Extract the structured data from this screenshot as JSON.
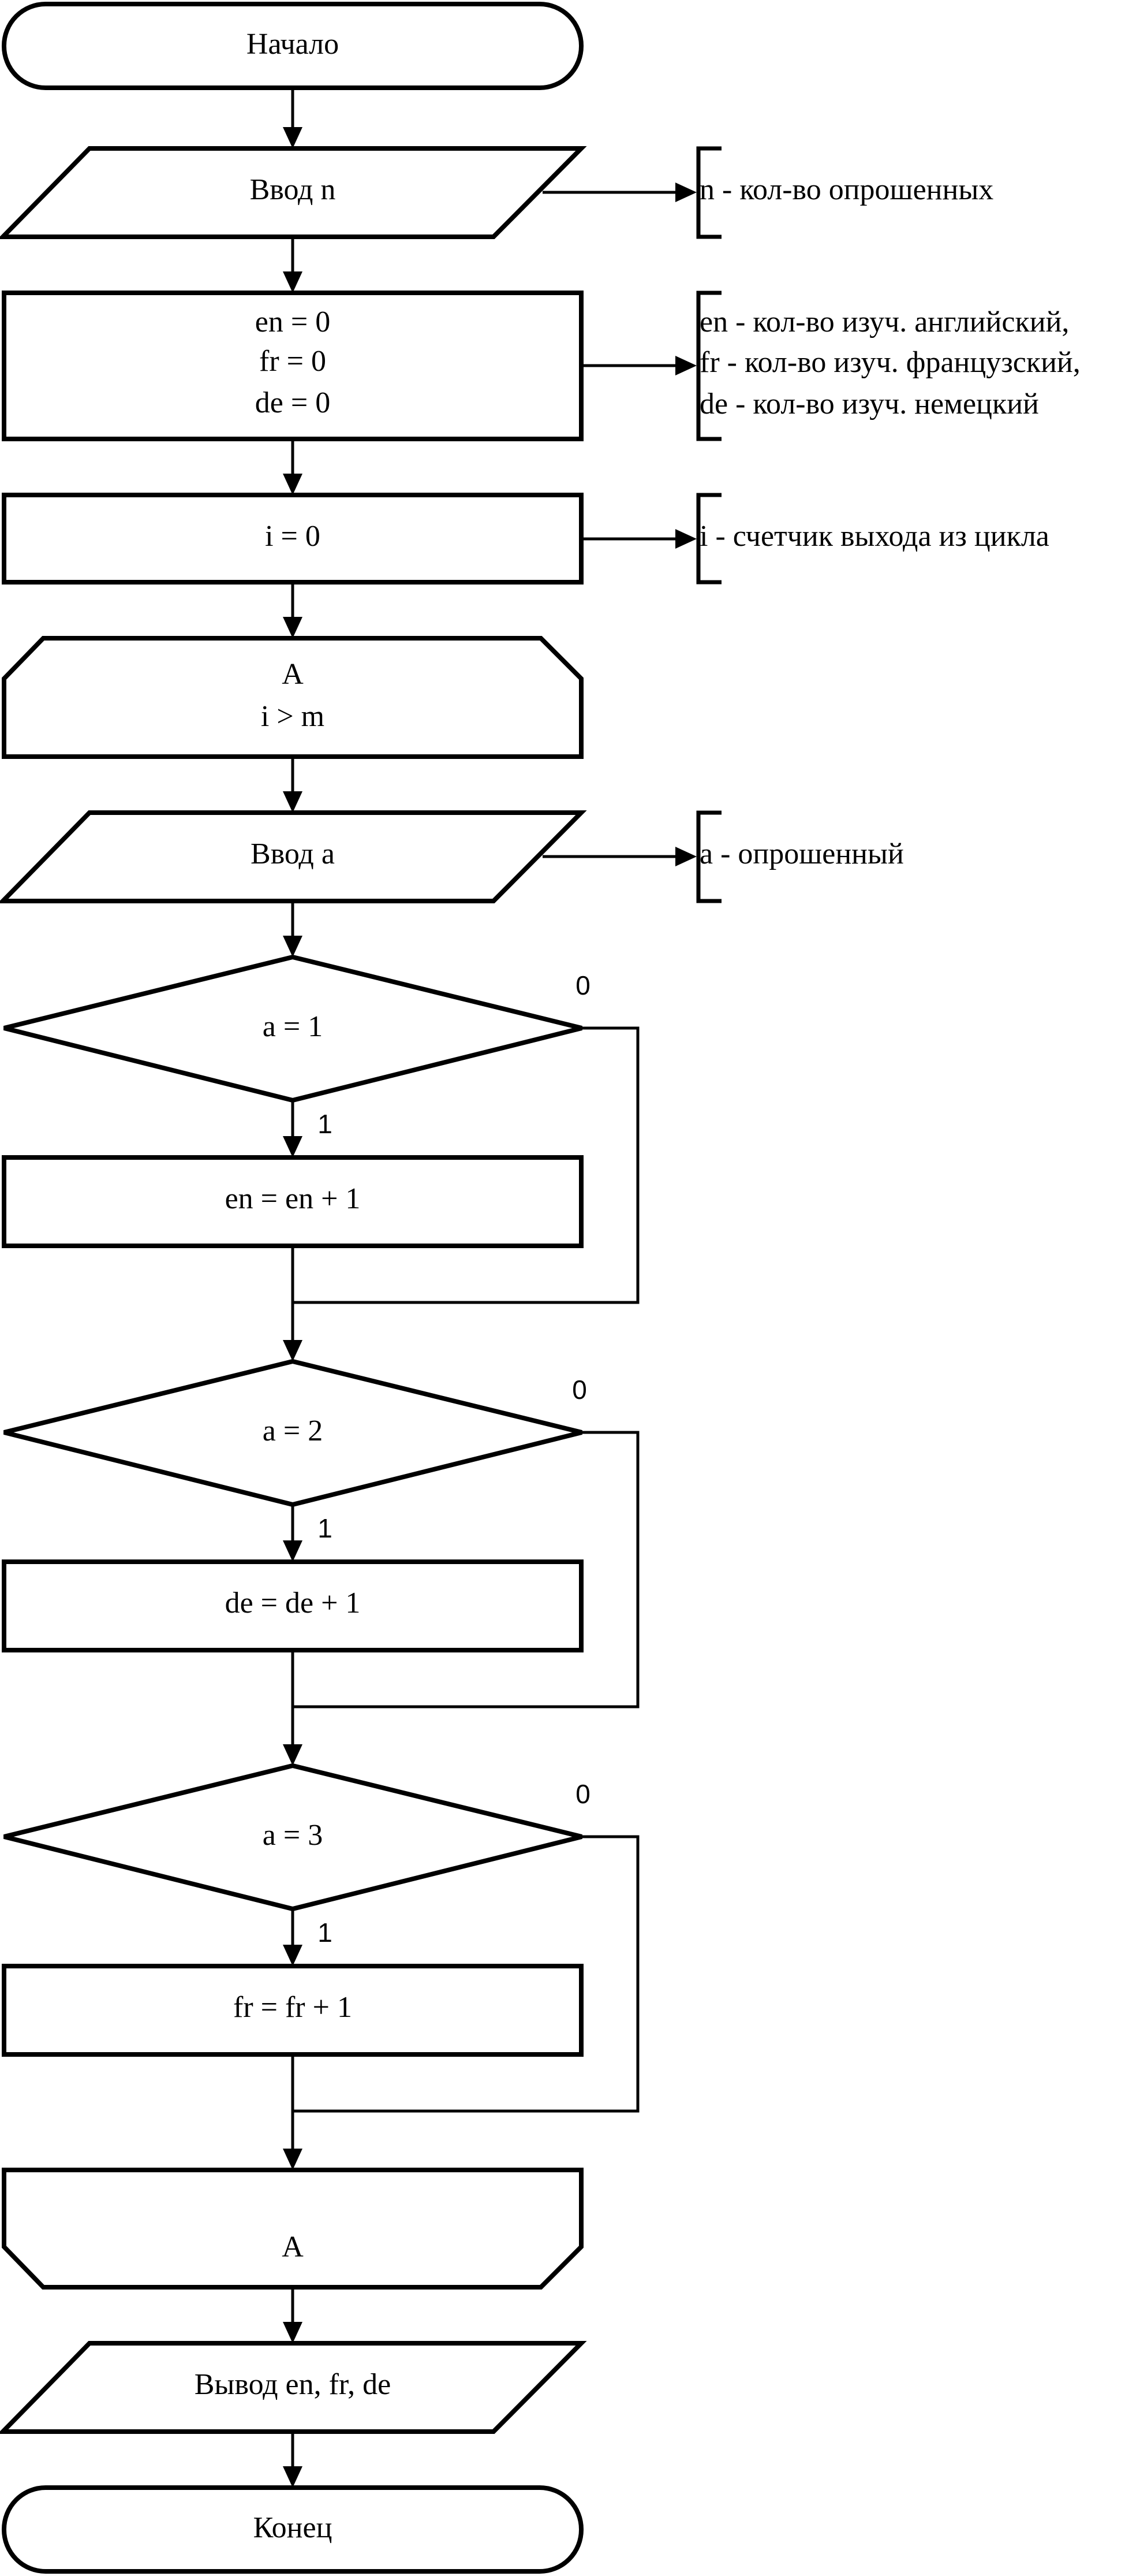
{
  "blocks": {
    "start": "Начало",
    "input_n": "Ввод n",
    "init": [
      "en = 0",
      "fr = 0",
      "de = 0"
    ],
    "init_i": "i = 0",
    "loop_begin": [
      "A",
      "i > m"
    ],
    "input_a": "Ввод a",
    "cond1": "a = 1",
    "inc_en": "en = en + 1",
    "cond2": "a = 2",
    "inc_de": "de = de + 1",
    "cond3": "a = 3",
    "inc_fr": "fr = fr + 1",
    "loop_end": "A",
    "output": "Вывод en, fr, de",
    "end": "Конец"
  },
  "notes": {
    "n": "n - кол-во опрошенных",
    "langs": [
      "en - кол-во изуч. английский,",
      "fr - кол-во изуч. французский,",
      "de - кол-во изуч. немецкий"
    ],
    "i": "i - счетчик выхода из цикла",
    "a": "a - опрошенный"
  },
  "edge_labels": {
    "yes": "1",
    "no": "0"
  }
}
